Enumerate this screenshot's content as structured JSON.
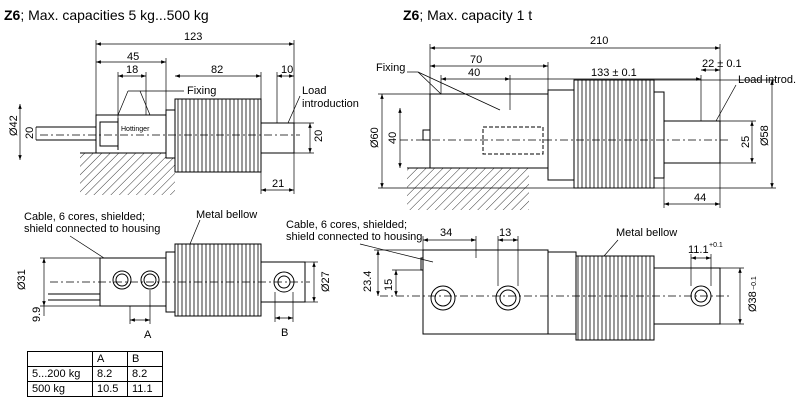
{
  "headings": {
    "left": {
      "bold": "Z6",
      "rest": "; Max. capacities 5 kg...500 kg"
    },
    "right": {
      "bold": "Z6",
      "rest": "; Max. capacity 1 t"
    }
  },
  "drawing_left_top": {
    "dim_overall": "123",
    "dim_45": "45",
    "dim_18": "18",
    "dim_82": "82",
    "dim_10": "10",
    "dim_21": "21",
    "dia_42": "Ø42",
    "dim_20_left": "20",
    "dim_20_right": "20",
    "label_fixing": "Fixing",
    "label_load_1": "Load",
    "label_load_2": "introduction",
    "brand": "Hottinger"
  },
  "drawing_left_bottom": {
    "cable_1": "Cable, 6 cores, shielded;",
    "cable_2": "shield connected to housing",
    "metal_bellow": "Metal bellow",
    "dia_31": "Ø31",
    "dim_9_9": "9.9",
    "dia_27": "Ø27",
    "label_a": "A",
    "label_b": "B"
  },
  "drawing_right_top": {
    "dim_210": "210",
    "dim_70": "70",
    "dim_40_top": "40",
    "dim_133": "133 ± 0.1",
    "dim_22": "22 ± 0.1",
    "label_fixing": "Fixing",
    "label_load": "Load introd.",
    "dia_60": "Ø60",
    "dim_40_side": "40",
    "dim_25": "25",
    "dia_58": "Ø58",
    "dim_44": "44"
  },
  "drawing_right_bottom": {
    "cable_1": "Cable, 6 cores, shielded;",
    "cable_2": "shield connected to housing",
    "dim_34": "34",
    "dim_13": "13",
    "metal_bellow": "Metal bellow",
    "dim_11_1": "11.1",
    "tol_11_1": "+0.1",
    "dim_23_4": "23.4",
    "dim_15": "15",
    "dia_38": "Ø38",
    "tol_38": "−0.1"
  },
  "table": {
    "headers": [
      "",
      "A",
      "B"
    ],
    "rows": [
      [
        "5...200 kg",
        "8.2",
        "8.2"
      ],
      [
        "500 kg",
        "10.5",
        "11.1"
      ]
    ]
  }
}
